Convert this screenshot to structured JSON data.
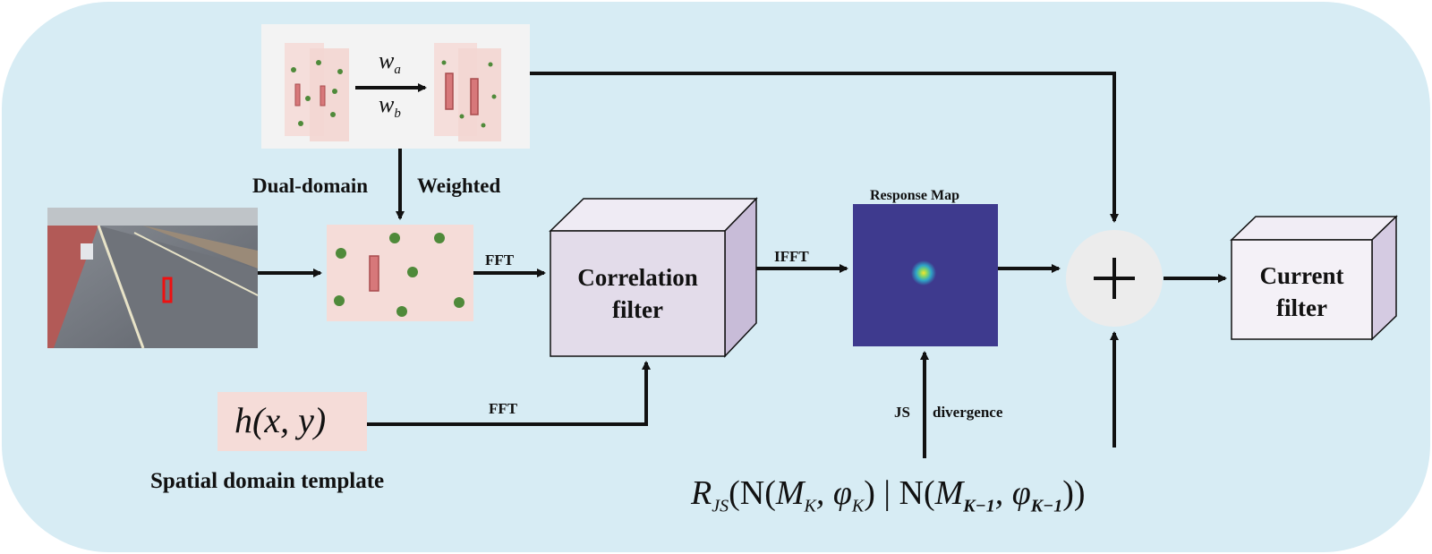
{
  "labels": {
    "dual_domain": "Dual-domain",
    "weighted": "Weighted",
    "fft_top": "FFT",
    "fft_bottom": "FFT",
    "ifft": "IFFT",
    "response_map": "Response Map",
    "js": "JS",
    "divergence": "divergence",
    "spatial_domain_template": "Spatial domain template"
  },
  "weights": {
    "wa": "w",
    "wa_sub": "a",
    "wb": "w",
    "wb_sub": "b"
  },
  "correlation_filter": {
    "line1": "Correlation",
    "line2": "filter"
  },
  "current_filter": {
    "line1": "Current",
    "line2": "filter"
  },
  "template_formula": "h(x, y)",
  "plus_symbol": "+",
  "rjs_formula": {
    "R": "R",
    "R_sub": "JS",
    "open": "(N(",
    "M1": "M",
    "M1_sub": "K",
    "phi1": ", φ",
    "phi1_sub": "K",
    "mid": ") | N(",
    "M2": "M",
    "M2_sub": "K−1",
    "phi2": ", φ",
    "phi2_sub": "K−1",
    "close": "))"
  },
  "colors": {
    "background": "#d7ecf4",
    "cube_front": "#e3dcea",
    "cube_top": "#efebf4",
    "cube_side": "#c8bcd8",
    "feature_map": "#f5dcd8",
    "green_dot": "#4f8a3a",
    "red_bar": "#d7787a",
    "response_map": "#3e3a8e",
    "plus_circle": "#ececec"
  }
}
